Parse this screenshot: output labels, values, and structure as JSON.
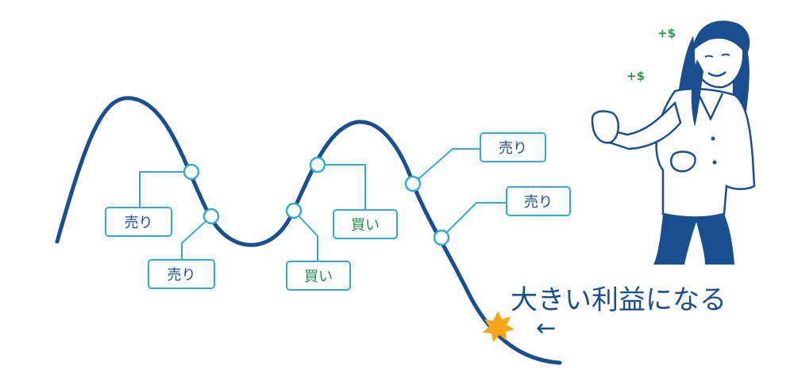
{
  "labels": {
    "sell_1": "売り",
    "sell_2": "売り",
    "buy_1": "買い",
    "buy_2": "買い",
    "sell_3": "売り",
    "sell_4": "売り"
  },
  "headline": "大きい利益になる",
  "arrow_glyph": "←",
  "money_mark_1": "+$",
  "money_mark_2": "+$",
  "colors": {
    "curve": "#1a4f8f",
    "box_border": "#35a9d6",
    "sell_text": "#1a4f8f",
    "buy_text": "#1f8f4f",
    "headline": "#1a4f8f",
    "star": "#f5a51c",
    "money": "#2e9a4f"
  }
}
